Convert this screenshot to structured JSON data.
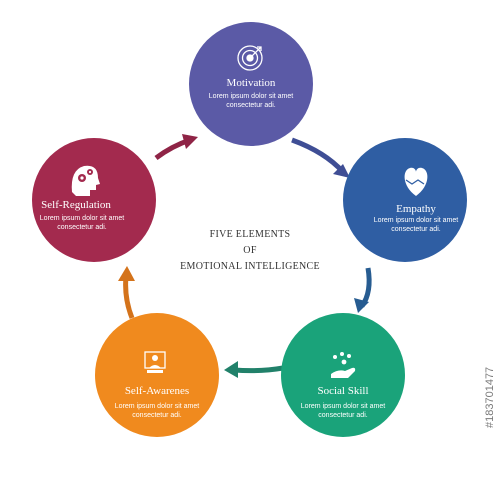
{
  "center_title": {
    "line1": "FIVE ELEMENTS",
    "line2": "OF",
    "line3": "EMOTIONAL INTELLIGENCE"
  },
  "elements": [
    {
      "title": "Motivation",
      "text1": "Lorem ipsum dolor sit amet",
      "text2": "consectetur adi.",
      "color": "#5b5aa6",
      "icon": "target-icon"
    },
    {
      "title": "Empathy",
      "text1": "Lorem ipsum dolor sit amet",
      "text2": "consectetur adi.",
      "color": "#2f5ea3",
      "icon": "heart-handshake-icon"
    },
    {
      "title": "Social Skill",
      "text1": "Lorem ipsum dolor sit amet",
      "text2": "consectetur adi.",
      "color": "#1aa37a",
      "icon": "hand-people-icon"
    },
    {
      "title": "Self-Awarenes",
      "text1": "Lorem ipsum dolor sit amet",
      "text2": "consectetur adi.",
      "color": "#f08a1e",
      "icon": "person-board-icon"
    },
    {
      "title": "Self-Regulation",
      "text1": "Lorem ipsum dolor sit amet",
      "text2": "consectetur adi.",
      "color": "#a32a4e",
      "icon": "head-gears-icon"
    }
  ],
  "watermark": {
    "side_id": "#183701477"
  }
}
